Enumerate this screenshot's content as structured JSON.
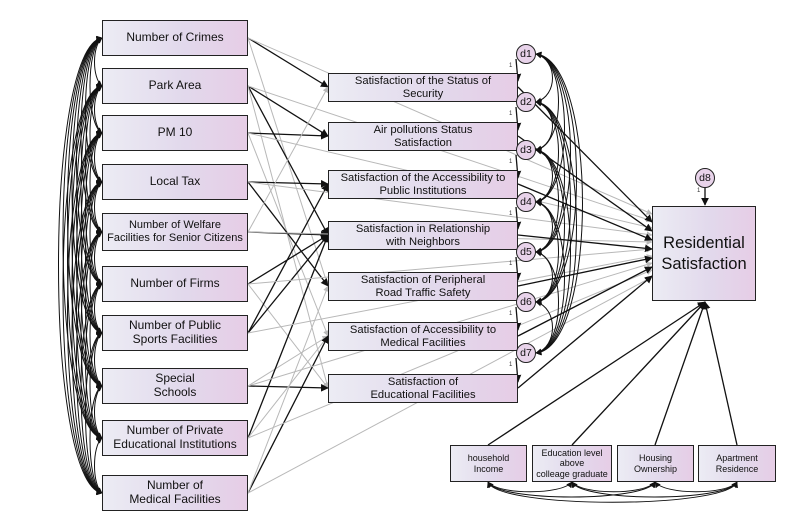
{
  "sources": [
    "Number of Crimes",
    "Park Area",
    "PM 10",
    "Local Tax",
    "Number of Welfare\nFacilities for Senior Citizens",
    "Number of Firms",
    "Number of Public\nSports Facilities",
    "Special\nSchools",
    "Number of Private\nEducational Institutions",
    "Number of\nMedical Facilities"
  ],
  "mediators": [
    "Satisfaction of the Status of\nSecurity",
    "Air pollutions Status\nSatisfaction",
    "Satisfaction of the Accessibility to\nPublic Institutions",
    "Satisfaction in Relationship\nwith Neighbors",
    "Satisfaction of Peripheral\nRoad Traffic Safety",
    "Satisfaction of Accessibility to\nMedical Facilities",
    "Satisfaction of\nEducational Facilities"
  ],
  "errors": [
    "d1",
    "d2",
    "d3",
    "d4",
    "d5",
    "d6",
    "d7",
    "d8"
  ],
  "path_constraint": "1",
  "outcome": "Residential\nSatisfaction",
  "controls": [
    "household\nIncome",
    "Education level\nabove\ncolleage graduate",
    "Housing\nOwnership",
    "Apartment\nResidence"
  ],
  "colors": {
    "significant_path": "#111111",
    "nonsignificant_path": "#b8b8b8",
    "box_fill": "#e4d8ec"
  }
}
